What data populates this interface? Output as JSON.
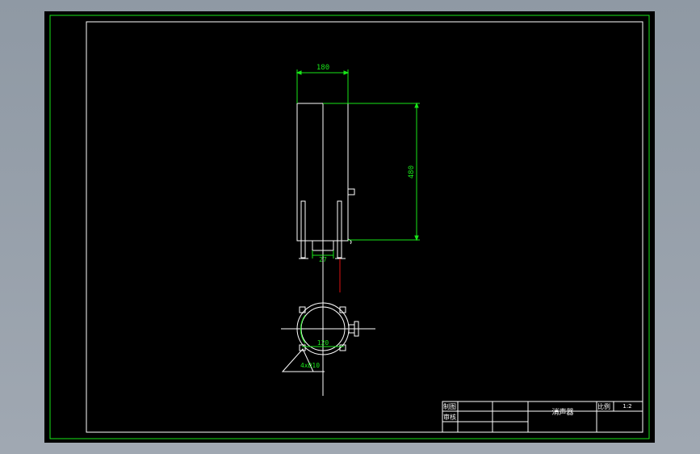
{
  "drawing": {
    "title": "消声器",
    "scale_label": "比例",
    "scale_value": "1:2",
    "drawn_label": "制图",
    "checked_label": "审核",
    "dimensions": {
      "width": "180",
      "height": "480",
      "outlet": "27",
      "bolt_circle": "120",
      "holes": "4xD10"
    }
  },
  "colors": {
    "canvas": "#000000",
    "frame": "#19e619",
    "geometry": "#ffffff",
    "dimension": "#19e619",
    "centerline": "#e01010"
  }
}
